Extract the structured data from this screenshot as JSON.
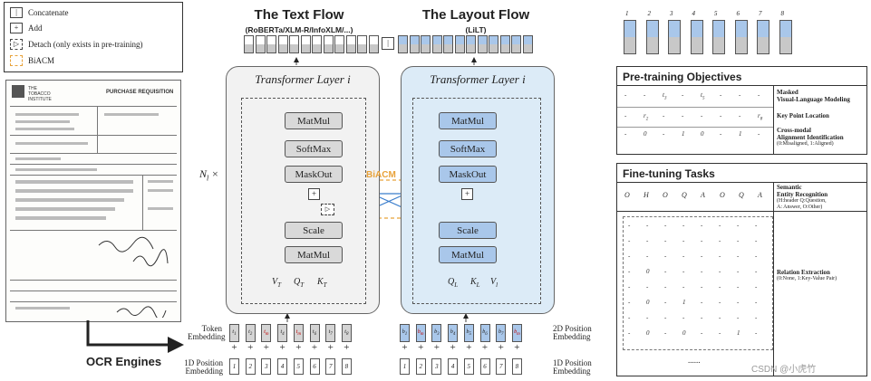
{
  "legend": {
    "items": [
      {
        "icon": "|",
        "label": "Concatenate"
      },
      {
        "icon": "+",
        "label": "Add"
      },
      {
        "icon": "▷",
        "label": "Detach (only exists in pre-training)"
      },
      {
        "icon": "",
        "label": "BiACM"
      }
    ]
  },
  "ocr_label": "OCR Engines",
  "text_flow": {
    "title": "The Text Flow",
    "subtitle": "(RoBERTa/XLM-R/InfoXLM/...)"
  },
  "layout_flow": {
    "title": "The Layout Flow",
    "subtitle": "(LiLT)"
  },
  "nl_label": "N",
  "nl_sub": "l",
  "nl_times": " ×",
  "transformer_title": "Transformer Layer",
  "transformer_var": "i",
  "ops": {
    "matmul": "MatMul",
    "softmax": "SoftMax",
    "maskout": "MaskOut",
    "scale": "Scale"
  },
  "biacm_label": "BiACM",
  "text_vars": {
    "v": "V",
    "v_sub": "T",
    "q": "Q",
    "q_sub": "T",
    "k": "K",
    "k_sub": "T"
  },
  "layout_vars": {
    "q": "Q",
    "q_sub": "L",
    "k": "K",
    "k_sub": "L",
    "v": "V",
    "v_sub": "l"
  },
  "token_embedding_label": [
    "Token",
    "Embedding"
  ],
  "pos2d_label": [
    "2D Position",
    "Embedding"
  ],
  "pos1d_left_label": [
    "1D Position",
    "Embedding"
  ],
  "pos1d_right_label": [
    "1D Position",
    "Embedding"
  ],
  "text_tokens": [
    {
      "label": "t",
      "sub": "1",
      "red": false
    },
    {
      "label": "t",
      "sub": "2",
      "red": false
    },
    {
      "label": "t",
      "sub": "m",
      "red": true
    },
    {
      "label": "t",
      "sub": "4",
      "red": false
    },
    {
      "label": "t",
      "sub": "m",
      "red": true
    },
    {
      "label": "t",
      "sub": "6",
      "red": false
    },
    {
      "label": "t",
      "sub": "7",
      "red": false
    },
    {
      "label": "t",
      "sub": "8",
      "red": false
    }
  ],
  "layout_tokens": [
    {
      "label": "b",
      "sub": "1",
      "red": false
    },
    {
      "label": "b",
      "sub": "m",
      "red": true
    },
    {
      "label": "b",
      "sub": "3",
      "red": false
    },
    {
      "label": "b",
      "sub": "4",
      "red": false
    },
    {
      "label": "b",
      "sub": "5",
      "red": false
    },
    {
      "label": "b",
      "sub": "6",
      "red": false
    },
    {
      "label": "b",
      "sub": "7",
      "red": false
    },
    {
      "label": "b",
      "sub": "m",
      "red": true
    }
  ],
  "positions": [
    "1",
    "2",
    "3",
    "4",
    "5",
    "6",
    "7",
    "8"
  ],
  "output_indices": [
    "1",
    "2",
    "3",
    "4",
    "5",
    "6",
    "7",
    "8"
  ],
  "pretrain": {
    "title": "Pre-training Objectives",
    "tasks": [
      {
        "label": [
          "Masked",
          "Visual-Language Modeling"
        ],
        "sub": ""
      },
      {
        "label": [
          "Key Point Location"
        ],
        "sub": ""
      },
      {
        "label": [
          "Cross-modal",
          "Alignment Identification"
        ],
        "sub": "(0:Misaligned, 1:Aligned)"
      }
    ],
    "rows": [
      [
        "-",
        "-",
        "t",
        "-",
        "t",
        "-",
        "-",
        "-"
      ],
      [
        "-",
        "r",
        "-",
        "-",
        "-",
        "-",
        "-",
        "r"
      ],
      [
        "-",
        "0",
        "-",
        "1",
        "0",
        "-",
        "1",
        "-"
      ]
    ],
    "row_subs": [
      [
        "",
        "",
        "3",
        "",
        "5",
        "",
        "",
        ""
      ],
      [
        "",
        "2",
        "",
        "",
        "",
        "",
        "",
        "8"
      ],
      [
        "",
        "",
        "",
        "",
        "",
        "",
        "",
        ""
      ]
    ]
  },
  "finetune": {
    "title": "Fine-tuning Tasks",
    "ser_label": [
      "Semantic",
      "Entity Recognition"
    ],
    "ser_sub": [
      "(H:header Q:Question,",
      "A: Answer, O:Other)"
    ],
    "ser_row": [
      "O",
      "H",
      "O",
      "Q",
      "A",
      "O",
      "Q",
      "A"
    ],
    "re_label": [
      "Relation Extraction"
    ],
    "re_sub": [
      "(0:None, 1:Key-Value Pair)"
    ],
    "ellipsis": "......",
    "watermark": "CSDN @小虎竹"
  },
  "colors": {
    "blue": "#a9c7ea",
    "gray": "#d4d4d4",
    "biacm": "#e8a23a",
    "panel_blue": "#dcebf7",
    "panel_gray": "#f2f2f2"
  }
}
